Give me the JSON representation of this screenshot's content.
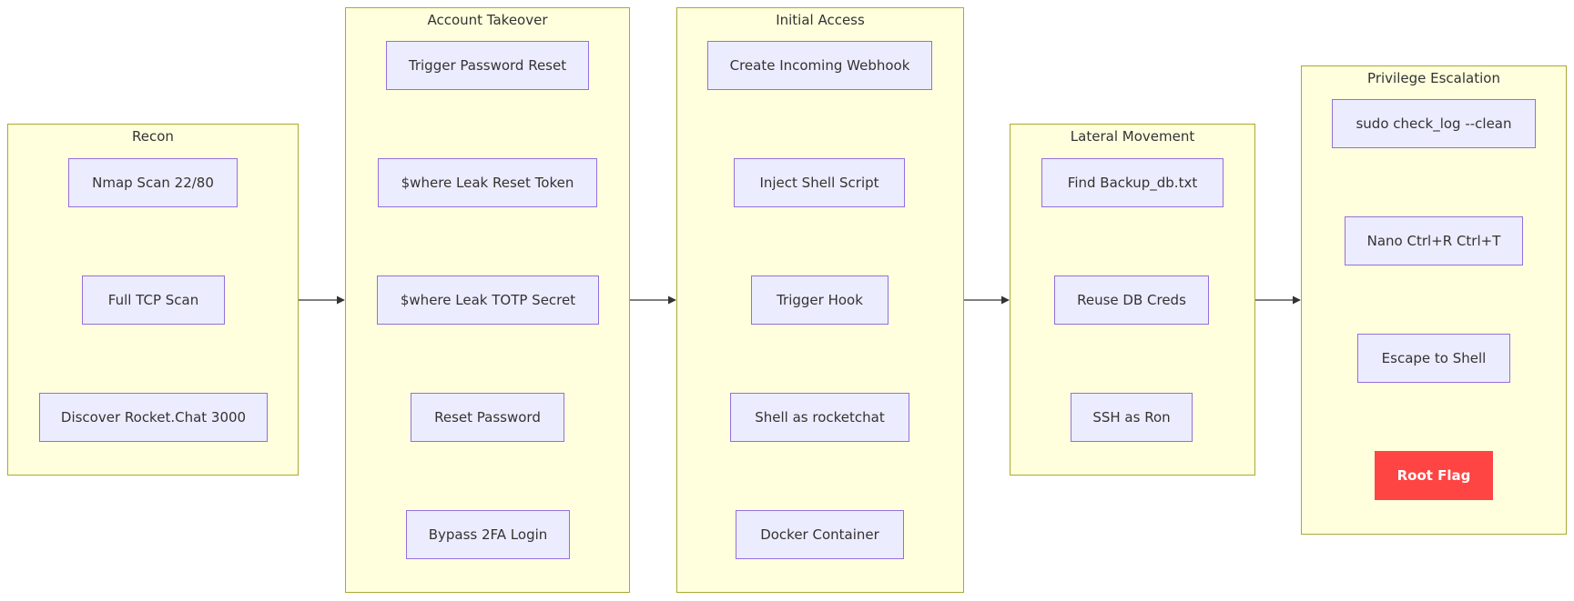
{
  "colors": {
    "cluster_fill": "#ffffde",
    "cluster_border": "#aaaa33",
    "node_fill": "#ececff",
    "node_border": "#9370db",
    "text": "#333333",
    "edge": "#333333",
    "root_fill": "#ff4444",
    "root_text": "#ffffff"
  },
  "clusters": [
    {
      "id": "recon",
      "title": "Recon",
      "nodes": [
        "Nmap Scan 22/80",
        "Full TCP Scan",
        "Discover Rocket.Chat 3000"
      ]
    },
    {
      "id": "account_takeover",
      "title": "Account Takeover",
      "nodes": [
        "Trigger Password Reset",
        "$where Leak Reset Token",
        "$where Leak TOTP Secret",
        "Reset Password",
        "Bypass 2FA Login"
      ]
    },
    {
      "id": "initial_access",
      "title": "Initial Access",
      "nodes": [
        "Create Incoming Webhook",
        "Inject Shell Script",
        "Trigger Hook",
        "Shell as rocketchat",
        "Docker Container"
      ]
    },
    {
      "id": "lateral_movement",
      "title": "Lateral Movement",
      "nodes": [
        "Find Backup_db.txt",
        "Reuse DB Creds",
        "SSH as Ron"
      ]
    },
    {
      "id": "privilege_escalation",
      "title": "Privilege Escalation",
      "nodes": [
        "sudo check_log --clean",
        "Nano Ctrl+R Ctrl+T",
        "Escape to Shell",
        "Root Flag"
      ]
    }
  ],
  "links": [
    [
      "recon",
      "account_takeover"
    ],
    [
      "account_takeover",
      "initial_access"
    ],
    [
      "initial_access",
      "lateral_movement"
    ],
    [
      "lateral_movement",
      "privilege_escalation"
    ]
  ]
}
